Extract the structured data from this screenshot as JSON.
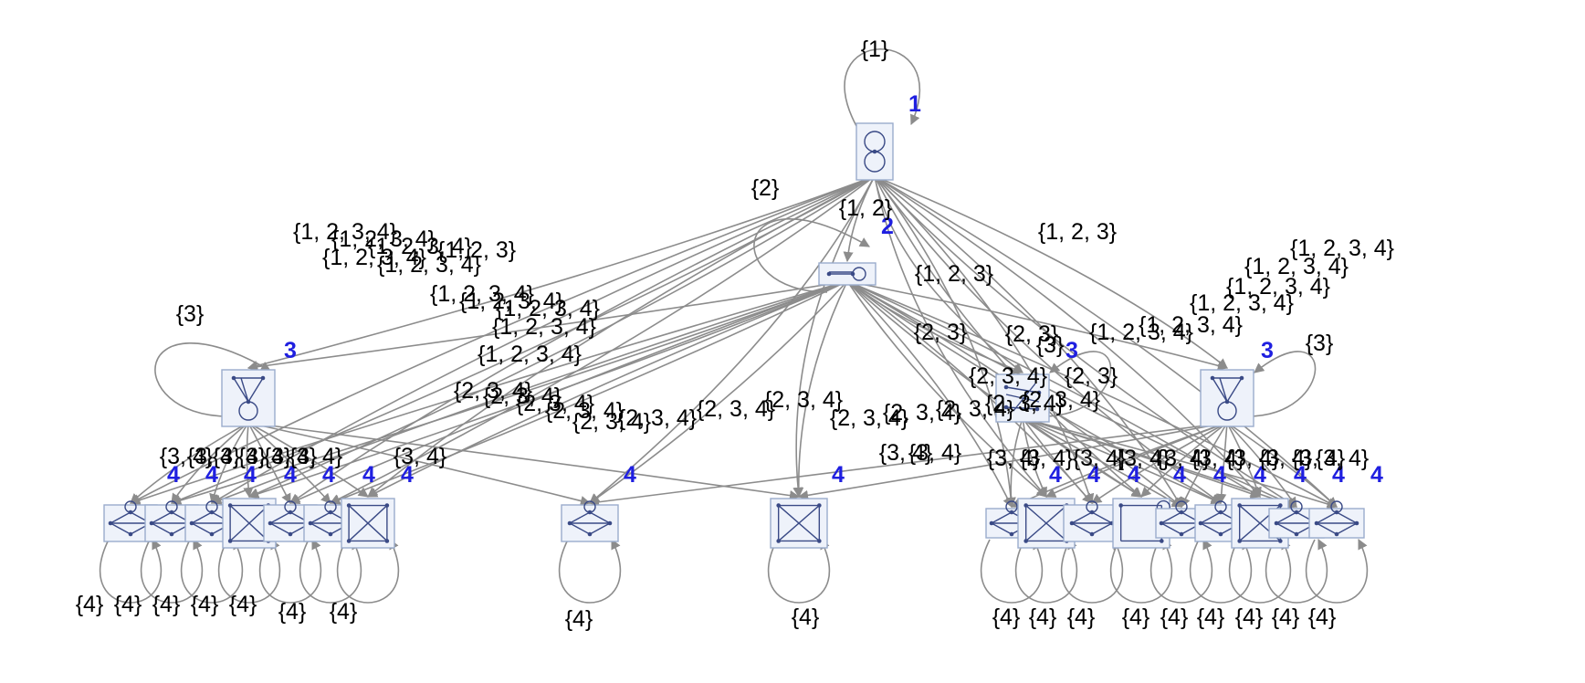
{
  "colors": {
    "edge": "#8c8c8c",
    "level_label": "#1f1fe0",
    "node_fill": "#eef2fa",
    "node_stroke": "#9aaccc",
    "glyph": "#3a4a86"
  },
  "nodes": [
    {
      "id": "r",
      "level": "1",
      "icon": "double-loop-icon"
    },
    {
      "id": "m",
      "level": "2",
      "icon": "bar-loop-icon"
    },
    {
      "id": "a3",
      "level": "3",
      "icon": "triangle-loop-icon"
    },
    {
      "id": "b3",
      "level": "3",
      "icon": "tangled-graph-icon"
    },
    {
      "id": "c3",
      "level": "3",
      "icon": "triangle-loop-icon"
    },
    {
      "id": "l1",
      "level": "4",
      "icon": "diamond-graph-icon"
    },
    {
      "id": "l2",
      "level": "4",
      "icon": "diamond-graph-icon"
    },
    {
      "id": "l3",
      "level": "4",
      "icon": "diamond-graph-icon"
    },
    {
      "id": "l4",
      "level": "4",
      "icon": "square-cross-icon"
    },
    {
      "id": "l5",
      "level": "4",
      "icon": "diamond-graph-icon"
    },
    {
      "id": "l6",
      "level": "4",
      "icon": "diamond-graph-icon"
    },
    {
      "id": "l7",
      "level": "4",
      "icon": "square-cross-icon"
    },
    {
      "id": "cl",
      "level": "4",
      "icon": "diamond-graph-icon"
    },
    {
      "id": "cr",
      "level": "4",
      "icon": "square-cross-icon"
    },
    {
      "id": "rr1",
      "level": "4",
      "icon": "diamond-graph-icon"
    },
    {
      "id": "rr2",
      "level": "4",
      "icon": "square-cross-icon"
    },
    {
      "id": "rr3",
      "level": "4",
      "icon": "diamond-graph-icon"
    },
    {
      "id": "rr4",
      "level": "4",
      "icon": "square-loop-icon"
    },
    {
      "id": "rr5",
      "level": "4",
      "icon": "diamond-graph-icon"
    },
    {
      "id": "rr6",
      "level": "4",
      "icon": "diamond-graph-icon"
    },
    {
      "id": "rr7",
      "level": "4",
      "icon": "square-cross-icon"
    },
    {
      "id": "rr8",
      "level": "4",
      "icon": "diamond-graph-icon"
    },
    {
      "id": "rr9",
      "level": "4",
      "icon": "diamond-graph-icon"
    }
  ],
  "edge_labels": [
    "{1}",
    "{2}",
    "{1, 2}",
    "{1, 2, 3}",
    "{1, 2, 3}",
    "{1, 2, 3}",
    "{1, 2, 3, 4}",
    "{1, 2, 3, 4}",
    "{1, 2, 3, 4}",
    "{1, 2, 3, 4}",
    "{1, 2, 3, 4}",
    "{1, 2, 3, 4}",
    "{1, 2, 3, 4}",
    "{1, 2, 3, 4}",
    "{1, 2, 3, 4}",
    "{1, 2, 3, 4}",
    "{1, 2, 3, 4}",
    "{1, 2, 3, 4}",
    "{1, 2, 3, 4}",
    "{1, 2, 3, 4}",
    "{1, 2, 3, 4}",
    "{1, 2, 3, 4}",
    "{3}",
    "{3}",
    "{3}",
    "{2, 3}",
    "{2, 3}",
    "{2, 3}",
    "{2, 3, 4}",
    "{2, 3, 4}",
    "{2, 3, 4}",
    "{2, 3, 4}",
    "{2, 3, 4}",
    "{2, 3, 4}",
    "{2, 3, 4}",
    "{2, 3, 4}",
    "{2, 3, 4}",
    "{2, 3, 4}",
    "{2, 3, 4}",
    "{2, 3, 4}",
    "{2, 3, 4}",
    "{2, 3, 4}",
    "{3, 4}",
    "{3, 4}",
    "{3, 4}",
    "{3, 4}",
    "{3, 4}",
    "{3, 4}",
    "{3, 4}",
    "{3, 4}",
    "{3, 4}",
    "{3, 4}",
    "{3, 4}",
    "{3, 4}",
    "{3, 4}",
    "{3, 4}",
    "{3, 4}",
    "{3, 4}",
    "{3, 4}",
    "{3, 4}",
    "{3, 4}",
    "{4}",
    "{4}",
    "{4}",
    "{4}",
    "{4}",
    "{4}",
    "{4}",
    "{4}",
    "{4}",
    "{4}",
    "{4}",
    "{4}",
    "{4}",
    "{4}",
    "{4}",
    "{4}",
    "{4}",
    "{4}"
  ]
}
